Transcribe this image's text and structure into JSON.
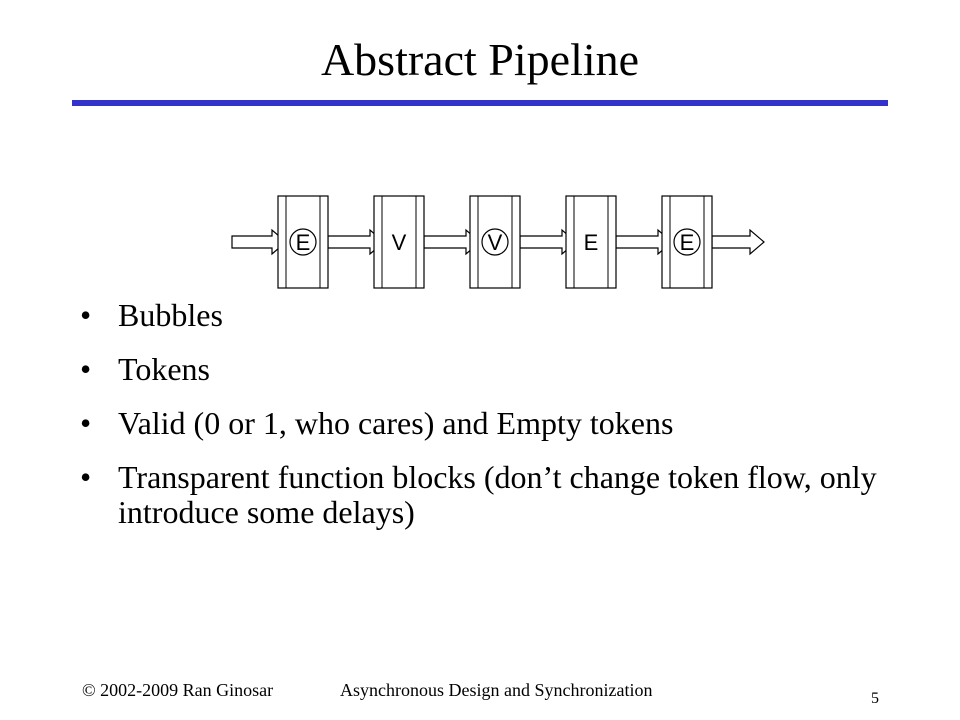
{
  "slide": {
    "title": "Abstract Pipeline",
    "rule_color": "#3333cc"
  },
  "pipeline": {
    "stages": [
      "E",
      "V",
      "V",
      "E",
      "E"
    ]
  },
  "bullets": [
    "Bubbles",
    "Tokens",
    "Valid (0 or 1, who cares) and Empty tokens",
    "Transparent function blocks (don’t change token flow, only introduce some delays)"
  ],
  "footer": {
    "copyright": "© 2002-2009 Ran Ginosar",
    "course": "Asynchronous Design and Synchronization",
    "page": "5"
  }
}
